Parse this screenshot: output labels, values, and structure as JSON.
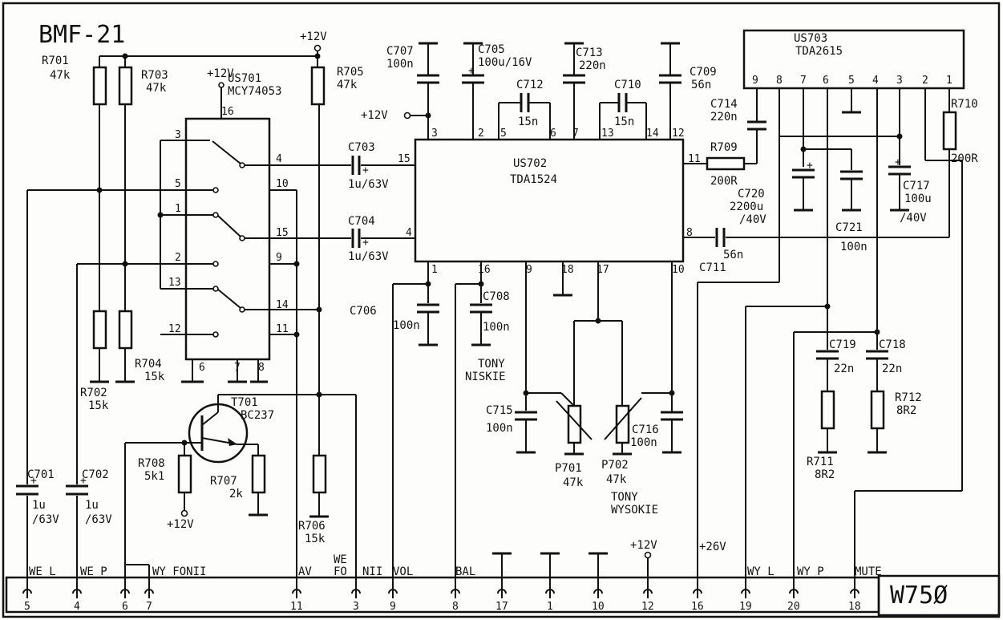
{
  "title": "BMF-21",
  "board_code": "W75Ø",
  "supply_labels": {
    "plus12_top": "+12V",
    "plus12_us701": "+12V",
    "plus12_c707": "+12V",
    "plus12_r708": "+12V",
    "plus12_conn": "+12V",
    "plus26": "+26V"
  },
  "ics": {
    "us701": {
      "name": "US701",
      "part": "MCY74053"
    },
    "us702": {
      "name": "US702",
      "part": "TDA1524"
    },
    "us703": {
      "name": "US703",
      "part": "TDA2615"
    }
  },
  "transistor": {
    "name": "T701",
    "part": "BC237"
  },
  "resistors": [
    {
      "name": "R701",
      "value": "47k"
    },
    {
      "name": "R703",
      "value": "47k"
    },
    {
      "name": "R705",
      "value": "47k"
    },
    {
      "name": "R702",
      "value": "15k"
    },
    {
      "name": "R704",
      "value": "15k"
    },
    {
      "name": "R706",
      "value": "15k"
    },
    {
      "name": "R708",
      "value": "5k1"
    },
    {
      "name": "R707",
      "value": "2k"
    },
    {
      "name": "R709",
      "value": "200R"
    },
    {
      "name": "R710",
      "value": "200R"
    },
    {
      "name": "R711",
      "value": "8R2"
    },
    {
      "name": "R712",
      "value": "8R2"
    }
  ],
  "capacitors": [
    {
      "name": "C701",
      "value": "1u",
      "rating": "/63V"
    },
    {
      "name": "C702",
      "value": "1u",
      "rating": "/63V"
    },
    {
      "name": "C703",
      "value": "1u/63V"
    },
    {
      "name": "C704",
      "value": "1u/63V"
    },
    {
      "name": "C705",
      "value": "100u/16V"
    },
    {
      "name": "C706",
      "value": "100n"
    },
    {
      "name": "C707",
      "value": "100n"
    },
    {
      "name": "C708",
      "value": "100n"
    },
    {
      "name": "C709",
      "value": "56n"
    },
    {
      "name": "C710",
      "value": "15n"
    },
    {
      "name": "C711",
      "value": "56n"
    },
    {
      "name": "C712",
      "value": "15n"
    },
    {
      "name": "C713",
      "value": "220n"
    },
    {
      "name": "C714",
      "value": "220n"
    },
    {
      "name": "C715",
      "value": "100n"
    },
    {
      "name": "C716",
      "value": "100n"
    },
    {
      "name": "C717",
      "value": "100u",
      "rating": "/40V"
    },
    {
      "name": "C718",
      "value": "22n"
    },
    {
      "name": "C719",
      "value": "22n"
    },
    {
      "name": "C720",
      "value": "2200u",
      "rating": "/40V"
    },
    {
      "name": "C721",
      "value": "100n"
    }
  ],
  "potentiometers": [
    {
      "name": "P701",
      "value": "47k"
    },
    {
      "name": "P702",
      "value": "47k"
    }
  ],
  "tone_labels": {
    "bass_1": "TONY",
    "bass_2": "NISKIE",
    "treble_1": "TONY",
    "treble_2": "WYSOKIE"
  },
  "us701_pins": [
    "3",
    "4",
    "5",
    "10",
    "1",
    "15",
    "2",
    "9",
    "13",
    "14",
    "12",
    "11",
    "6",
    "7",
    "8"
  ],
  "us702_pins": {
    "top": [
      "3",
      "2",
      "5",
      "6",
      "7",
      "13",
      "14",
      "12"
    ],
    "left": [
      "15",
      "4"
    ],
    "right": [
      "11",
      "8"
    ],
    "bottom": [
      "1",
      "16",
      "9",
      "18",
      "17",
      "10"
    ]
  },
  "us703_pins": [
    "9",
    "8",
    "7",
    "6",
    "5",
    "4",
    "3",
    "2",
    "1"
  ],
  "connector": {
    "labels": [
      "WE L",
      "WE P",
      "WY FONII",
      "AV",
      "WE",
      "FO",
      "NII",
      "VOL",
      "BAL",
      "WY L",
      "WY P",
      "MUTE"
    ],
    "pins": [
      "5",
      "4",
      "6",
      "7",
      "11",
      "3",
      "9",
      "8",
      "17",
      "1",
      "10",
      "12",
      "16",
      "19",
      "20",
      "18"
    ]
  }
}
